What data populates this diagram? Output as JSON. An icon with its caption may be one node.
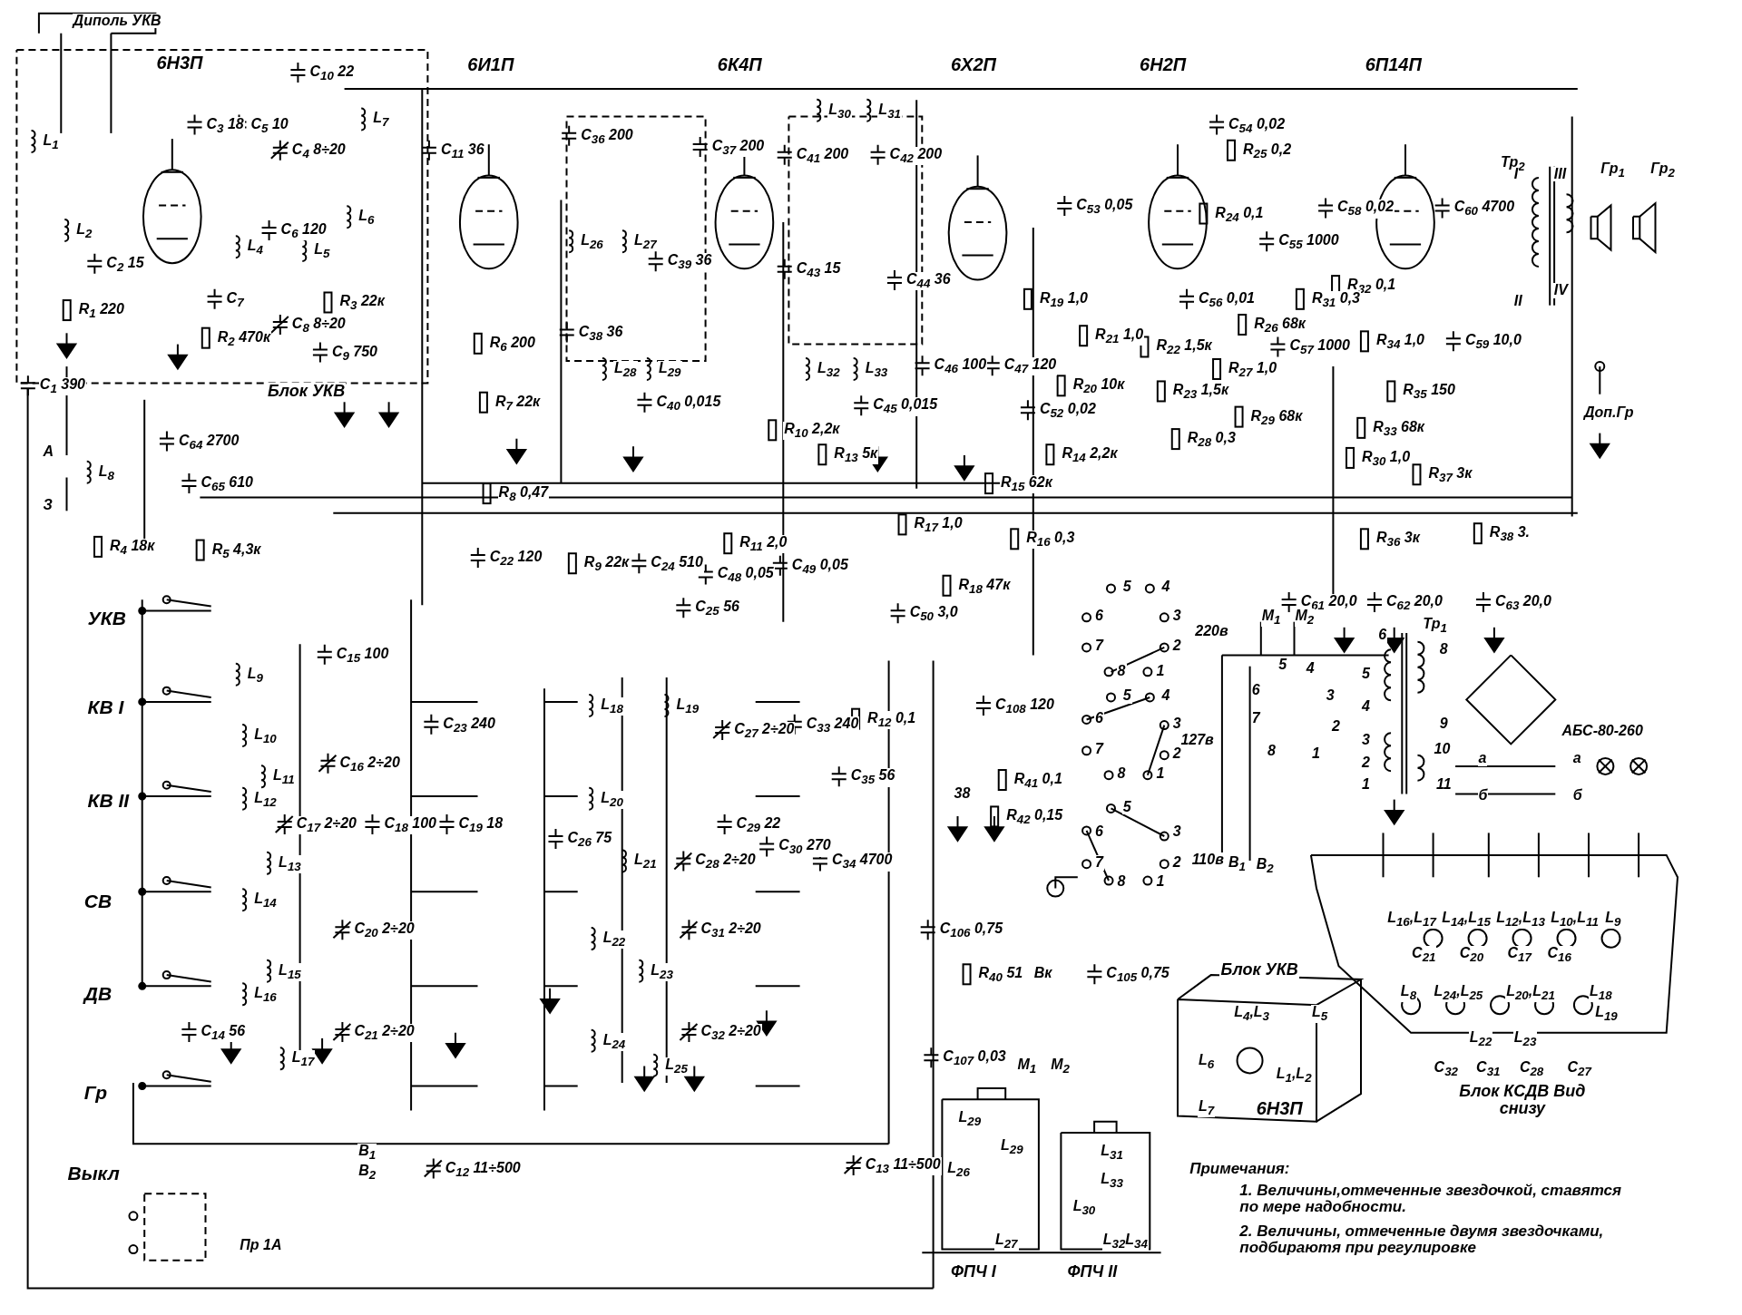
{
  "diagram": {
    "labels": [
      "Диполь УКВ",
      "6Н3П",
      "6И1П",
      "6К4П",
      "6Х2П",
      "6Н2П",
      "6П14П",
      "C$_{10}$ 22",
      "C$_{3}$ 18",
      "C$_{5}$ 10",
      "C$_{4}$ 8÷20",
      "L$_{7}$",
      "L$_{1}$",
      "C$_{11}$ 36",
      "C$_{36}$ 200",
      "C$_{37}$ 200",
      "L$_{30}$",
      "L$_{31}$",
      "C$_{41}$ 200",
      "C$_{42}$ 200",
      "C$_{54}$ 0,02",
      "R$_{25}$ 0,2",
      "Тр$_{2}$",
      "Гр$_{1}$",
      "Гр$_{2}$",
      "C$_{53}$ 0,05",
      "R$_{24}$ 0,1",
      "C$_{58}$ 0,02",
      "C$_{60}$ 4700",
      "C$_{55}$ 1000",
      "I",
      "III",
      "L$_{2}$",
      "C$_{2}$ 15",
      "L$_{4}$",
      "C$_{6}$ 120",
      "L$_{5}$",
      "L$_{6}$",
      "L$_{26}$",
      "L$_{27}$",
      "C$_{39}$ 36",
      "C$_{43}$ 15",
      "C$_{44}$ 36",
      "R$_{32}$ 0,1",
      "II",
      "IV",
      "R$_{1}$ 220",
      "C$_{7}$",
      "C$_{8}$ 8÷20",
      "R$_{3}$ 22к",
      "R$_{2}$ 470к",
      "C$_{9}$ 750",
      "C$_{38}$ 36",
      "R$_{6}$ 200",
      "L$_{28}$",
      "L$_{29}$",
      "L$_{32}$",
      "L$_{33}$",
      "R$_{19}$ 1,0",
      "C$_{56}$ 0,01",
      "R$_{31}$ 0,3",
      "R$_{21}$ 1,0",
      "R$_{22}$ 1,5к",
      "R$_{26}$ 68к",
      "C$_{57}$ 1000",
      "R$_{34}$ 1,0",
      "C$_{59}$ 10,0",
      "C$_{46}$ 100",
      "C$_{47}$ 120",
      "R$_{27}$ 1,0",
      "C$_{1}$ 390",
      "Блок УКВ",
      "R$_{20}$ 10к",
      "R$_{23}$ 1,5к",
      "R$_{35}$ 150",
      "Доп.Гр",
      "R$_{7}$ 22к",
      "C$_{40}$ 0,015",
      "C$_{45}$ 0,015",
      "C$_{52}$ 0,02",
      "R$_{10}$ 2,2к",
      "R$_{28}$ 0,3",
      "R$_{29}$ 68к",
      "R$_{33}$ 68к",
      "C$_{64}$ 2700",
      "А",
      "R$_{13}$ 5к",
      "R$_{14}$ 2,2к",
      "R$_{30}$ 1,0",
      "L$_{8}$",
      "C$_{65}$ 610",
      "R$_{37}$ 3к",
      "R$_{15}$ 62к",
      "R$_{8}$ 0,47",
      "З",
      "R$_{11}$ 2,0",
      "R$_{17}$ 1,0",
      "R$_{16}$ 0,3",
      "R$_{36}$ 3к",
      "R$_{38}$ 3.",
      "R$_{4}$ 18к",
      "R$_{5}$ 4,3к",
      "C$_{22}$ 120",
      "R$_{9}$ 22к",
      "C$_{24}$ 510",
      "C$_{48}$ 0,05",
      "C$_{49}$ 0,05",
      "R$_{18}$ 47к",
      "УКВ",
      "C$_{25}$ 56",
      "C$_{50}$ 3,0",
      "C$_{61}$ 20,0",
      "C$_{62}$ 20,0",
      "C$_{63}$ 20,0",
      "Тр$_{1}$",
      "5",
      "4",
      "6",
      "3",
      "7",
      "2",
      "8",
      "1",
      "220в",
      "М$_{1}$",
      "М$_{2}$",
      "КВ I",
      "6",
      "8",
      "5",
      "4",
      "5",
      "6",
      "3",
      "4",
      "L$_{9}$",
      "C$_{15}$ 100",
      "L$_{18}$",
      "L$_{19}$",
      "C$_{108}$ 120",
      "7",
      "2",
      "9",
      "АБС-80-260",
      "C$_{27}$ 2÷20",
      "C$_{33}$ 240",
      "R$_{12}$ 0,1",
      "L$_{10}$",
      "C$_{23}$ 240",
      "5",
      "4",
      "6",
      "3",
      "7",
      "2",
      "8",
      "1",
      "127в",
      "8",
      "1",
      "3",
      "10",
      "а",
      "а",
      "2",
      "C$_{16}$ 2÷20",
      "L$_{11}$",
      "C$_{35}$ 56",
      "R$_{41}$ 0,1",
      "КВ II",
      "L$_{12}$",
      "L$_{20}$",
      "38",
      "1",
      "11",
      "б",
      "б",
      "R$_{42}$ 0,15",
      "C$_{17}$ 2÷20",
      "C$_{18}$ 100",
      "C$_{19}$ 18",
      "C$_{29}$ 22",
      "C$_{26}$ 75",
      "C$_{30}$ 270",
      "5",
      "6",
      "3",
      "L$_{13}$",
      "L$_{21}$",
      "C$_{28}$ 2÷20",
      "C$_{34}$ 4700",
      "7",
      "2",
      "110в",
      "В$_{1}$",
      "В$_{2}$",
      "8",
      "1",
      "СВ",
      "L$_{14}$",
      "C$_{20}$ 2÷20",
      "L$_{22}$",
      "C$_{31}$ 2÷20",
      "C$_{106}$ 0,75",
      "L$_{16}$,L$_{17}$",
      "L$_{14}$,L$_{15}$",
      "L$_{12}$,L$_{13}$",
      "L$_{10}$,L$_{11}$",
      "L$_{9}$",
      "C$_{21}$",
      "C$_{20}$",
      "C$_{17}$",
      "C$_{16}$",
      "L$_{15}$",
      "L$_{23}$",
      "R$_{40}$ 51",
      "Вк",
      "C$_{105}$ 0,75",
      "Блок УКВ",
      "ДВ",
      "L$_{16}$",
      "L$_{8}$",
      "L$_{24}$,L$_{25}$",
      "L$_{20}$,L$_{21}$",
      "L$_{18}$",
      "L$_{4}$,L$_{3}$",
      "L$_{5}$",
      "L$_{19}$",
      "C$_{14}$ 56",
      "C$_{21}$ 2÷20",
      "L$_{24}$",
      "C$_{32}$ 2÷20",
      "L$_{22}$",
      "L$_{23}$",
      "L$_{17}$",
      "L$_{25}$",
      "C$_{107}$ 0,03",
      "М$_{1}$",
      "М$_{2}$",
      "L$_{6}$",
      "L$_{1}$,L$_{2}$",
      "C$_{32}$",
      "C$_{31}$",
      "C$_{28}$",
      "C$_{27}$",
      "Гр",
      "L$_{29}$",
      "L$_{7}$",
      "6Н3П",
      "Блок КСДВ Вид снизу",
      "В$_{1}$",
      "L$_{29}$",
      "L$_{31}$",
      "Выкл",
      "В$_{2}$",
      "C$_{12}$ 11÷500",
      "C$_{13}$ 11÷500",
      "L$_{26}$",
      "L$_{33}$",
      "Примечания:",
      "L$_{30}$",
      "1. Величины,отмеченные звездочкой, ставятся по мере надобности.",
      "Пр 1А",
      "L$_{27}$",
      "L$_{32}$L$_{34}$",
      "2. Величины, отмеченные двумя звездочками, подбираютя при регулировке",
      "ФПЧ I",
      "ФПЧ II"
    ]
  }
}
